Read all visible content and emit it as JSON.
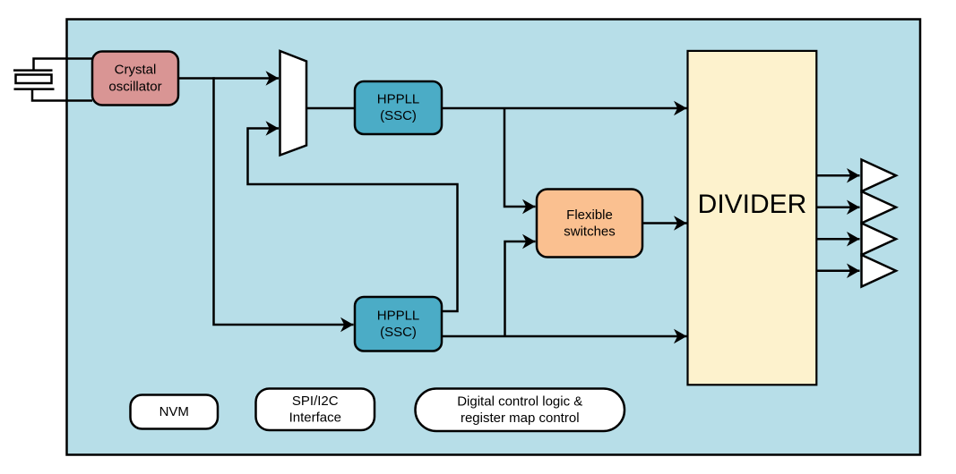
{
  "diagram": {
    "background": "#ffffff",
    "wire_color": "#000000",
    "chip": {
      "fill": "#b7dee8",
      "stroke": "#000000"
    },
    "crystal_symbol": {
      "fill": "#ffffff"
    },
    "blocks": {
      "crystal_oscillator": {
        "line1": "Crystal",
        "line2": "oscillator",
        "fill": "#d99594"
      },
      "mux": {
        "fill": "#ffffff"
      },
      "hppll_top": {
        "line1": "HPPLL",
        "line2": "(SSC)",
        "fill": "#4bacc6"
      },
      "hppll_bottom": {
        "line1": "HPPLL",
        "line2": "(SSC)",
        "fill": "#4bacc6"
      },
      "flexible_switches": {
        "line1": "Flexible",
        "line2": "switches",
        "fill": "#fac090"
      },
      "divider": {
        "label": "DIVIDER",
        "fill": "#fdf2cd"
      },
      "nvm": {
        "label": "NVM",
        "fill": "#ffffff"
      },
      "spi_interface": {
        "line1": "SPI/I2C",
        "line2": "Interface",
        "fill": "#ffffff"
      },
      "digital_control": {
        "line1": "Digital control logic &",
        "line2": "register map control",
        "fill": "#ffffff"
      }
    },
    "output_buffers": {
      "count": "4",
      "fill": "#ffffff"
    }
  }
}
